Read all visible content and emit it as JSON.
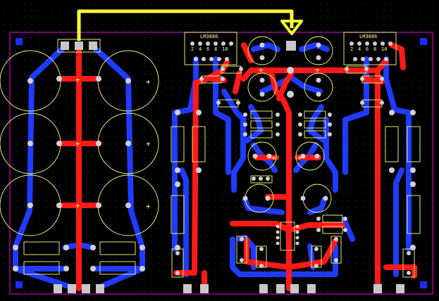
{
  "app": "PCB layout editor",
  "board": {
    "ic_labels": [
      "LM3886",
      "LM3886"
    ],
    "pin_numbers": [
      "2",
      "4",
      "6",
      "8",
      "10"
    ],
    "polarity_mark": "+"
  },
  "colors": {
    "background": "#000000",
    "bottom_copper": "#1f3bff",
    "top_copper": "#ff1a1a",
    "silkscreen": "#ffff7a",
    "pad": "#c8c8c8",
    "board_outline": "#c000c0",
    "selection": "#ffff33"
  },
  "icons": {
    "selection": "arrow-down-icon"
  }
}
